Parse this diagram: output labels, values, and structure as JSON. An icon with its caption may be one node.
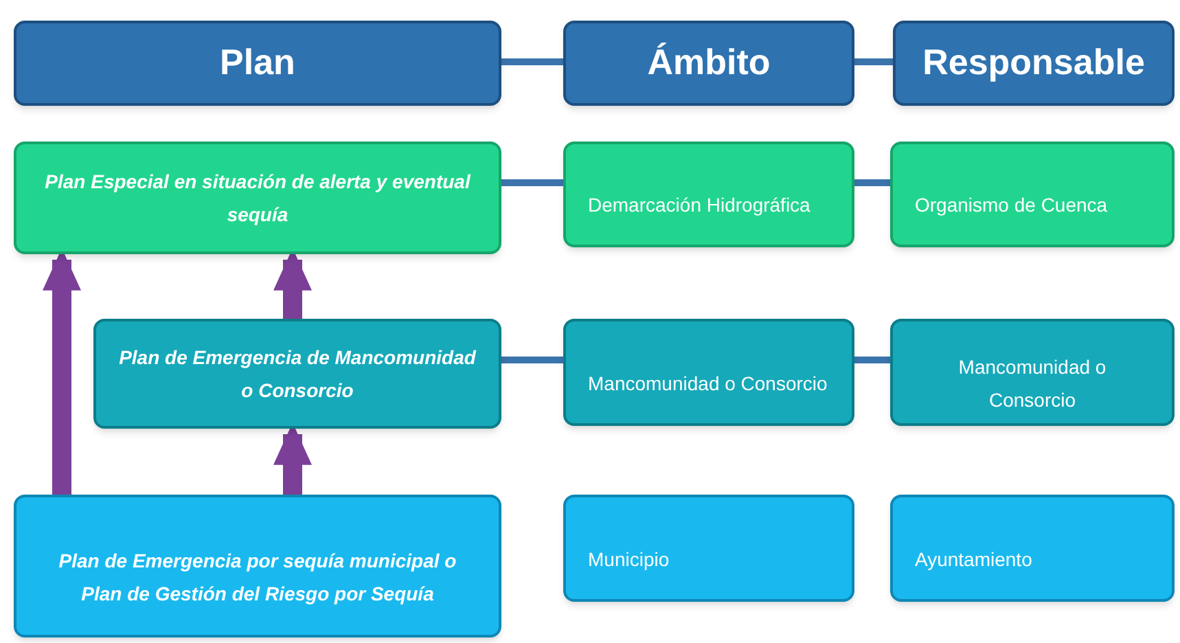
{
  "diagram": {
    "nodes": [
      {
        "text": [
          "Plan"
        ]
      },
      {
        "text": [
          "Ámbito"
        ]
      },
      {
        "text": [
          "Responsable"
        ]
      },
      {
        "text": [
          "Plan Especial en situación de alerta y eventual sequía"
        ]
      },
      {
        "text": [
          "Demarcación Hidrográfica"
        ]
      },
      {
        "text": [
          "Organismo de Cuenca"
        ]
      },
      {
        "text": [
          "Plan de Emergencia de Mancomunidad o Consorcio"
        ]
      },
      {
        "text": [
          "Mancomunidad o Consorcio"
        ]
      },
      {
        "text": [
          "Mancomunidad o Consorcio"
        ]
      },
      {
        "text": [
          "Plan de Emergencia por sequía municipal o Plan de Gestión del Riesgo por Sequía"
        ]
      },
      {
        "text": [
          "Municipio"
        ]
      },
      {
        "text": [
          "Ayuntamiento"
        ]
      }
    ],
    "edges": [
      {
        "from": 0,
        "to": 1,
        "arrow": "none"
      },
      {
        "from": 1,
        "to": 2,
        "arrow": "none"
      },
      {
        "from": 3,
        "to": 4,
        "arrow": "none"
      },
      {
        "from": 4,
        "to": 5,
        "arrow": "none"
      },
      {
        "from": 6,
        "to": 7,
        "arrow": "none"
      },
      {
        "from": 7,
        "to": 8,
        "arrow": "none"
      },
      {
        "from": 9,
        "to": 3,
        "arrow": "to",
        "style": "thick",
        "color": "#7b3f98"
      },
      {
        "from": 6,
        "to": 3,
        "arrow": "to",
        "style": "thick",
        "color": "#7b3f98"
      },
      {
        "from": 9,
        "to": 6,
        "arrow": "to",
        "style": "thick",
        "color": "#7b3f98"
      }
    ]
  }
}
